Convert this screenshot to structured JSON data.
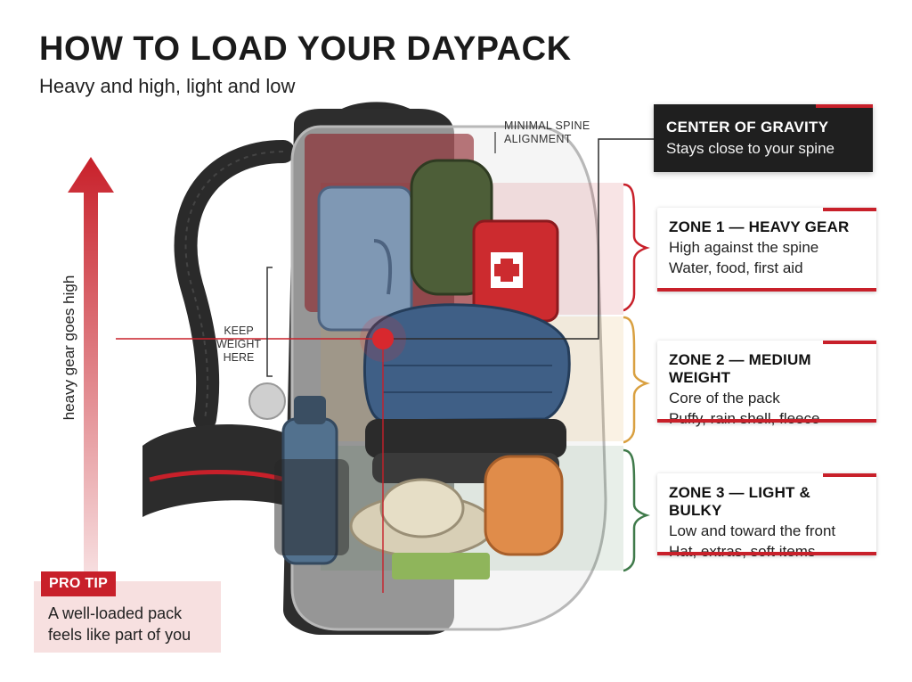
{
  "header": {
    "title": "HOW TO LOAD YOUR DAYPACK",
    "subtitle": "Heavy and high, light and low"
  },
  "side_label": "heavy gear goes high",
  "annotations": {
    "spine": [
      "MINIMAL SPINE",
      "ALIGNMENT"
    ],
    "keep_weight": [
      "KEEP",
      "WEIGHT",
      "HERE"
    ]
  },
  "center_of_gravity": {
    "title": "CENTER OF GRAVITY",
    "text": "Stays close to your spine"
  },
  "zones": [
    {
      "title": "ZONE 1 — HEAVY GEAR",
      "lines": [
        "High against the spine",
        "Water, food, first aid"
      ]
    },
    {
      "title": "ZONE 2 — MEDIUM WEIGHT",
      "lines": [
        "Core of the pack",
        "Puffy, rain shell, fleece"
      ]
    },
    {
      "title": "ZONE 3 — LIGHT & BULKY",
      "lines": [
        "Low and toward the front",
        "Hat, extras, soft items"
      ]
    }
  ],
  "pro_tip": {
    "badge": "PRO TIP",
    "lines": [
      "A well-loaded pack",
      "feels like part of you"
    ]
  },
  "colors": {
    "accent": "#c8202a",
    "zone1": "#c8202a",
    "zone2": "#d9a040",
    "zone3": "#3f7a4a",
    "dark": "#1f1f1f"
  }
}
